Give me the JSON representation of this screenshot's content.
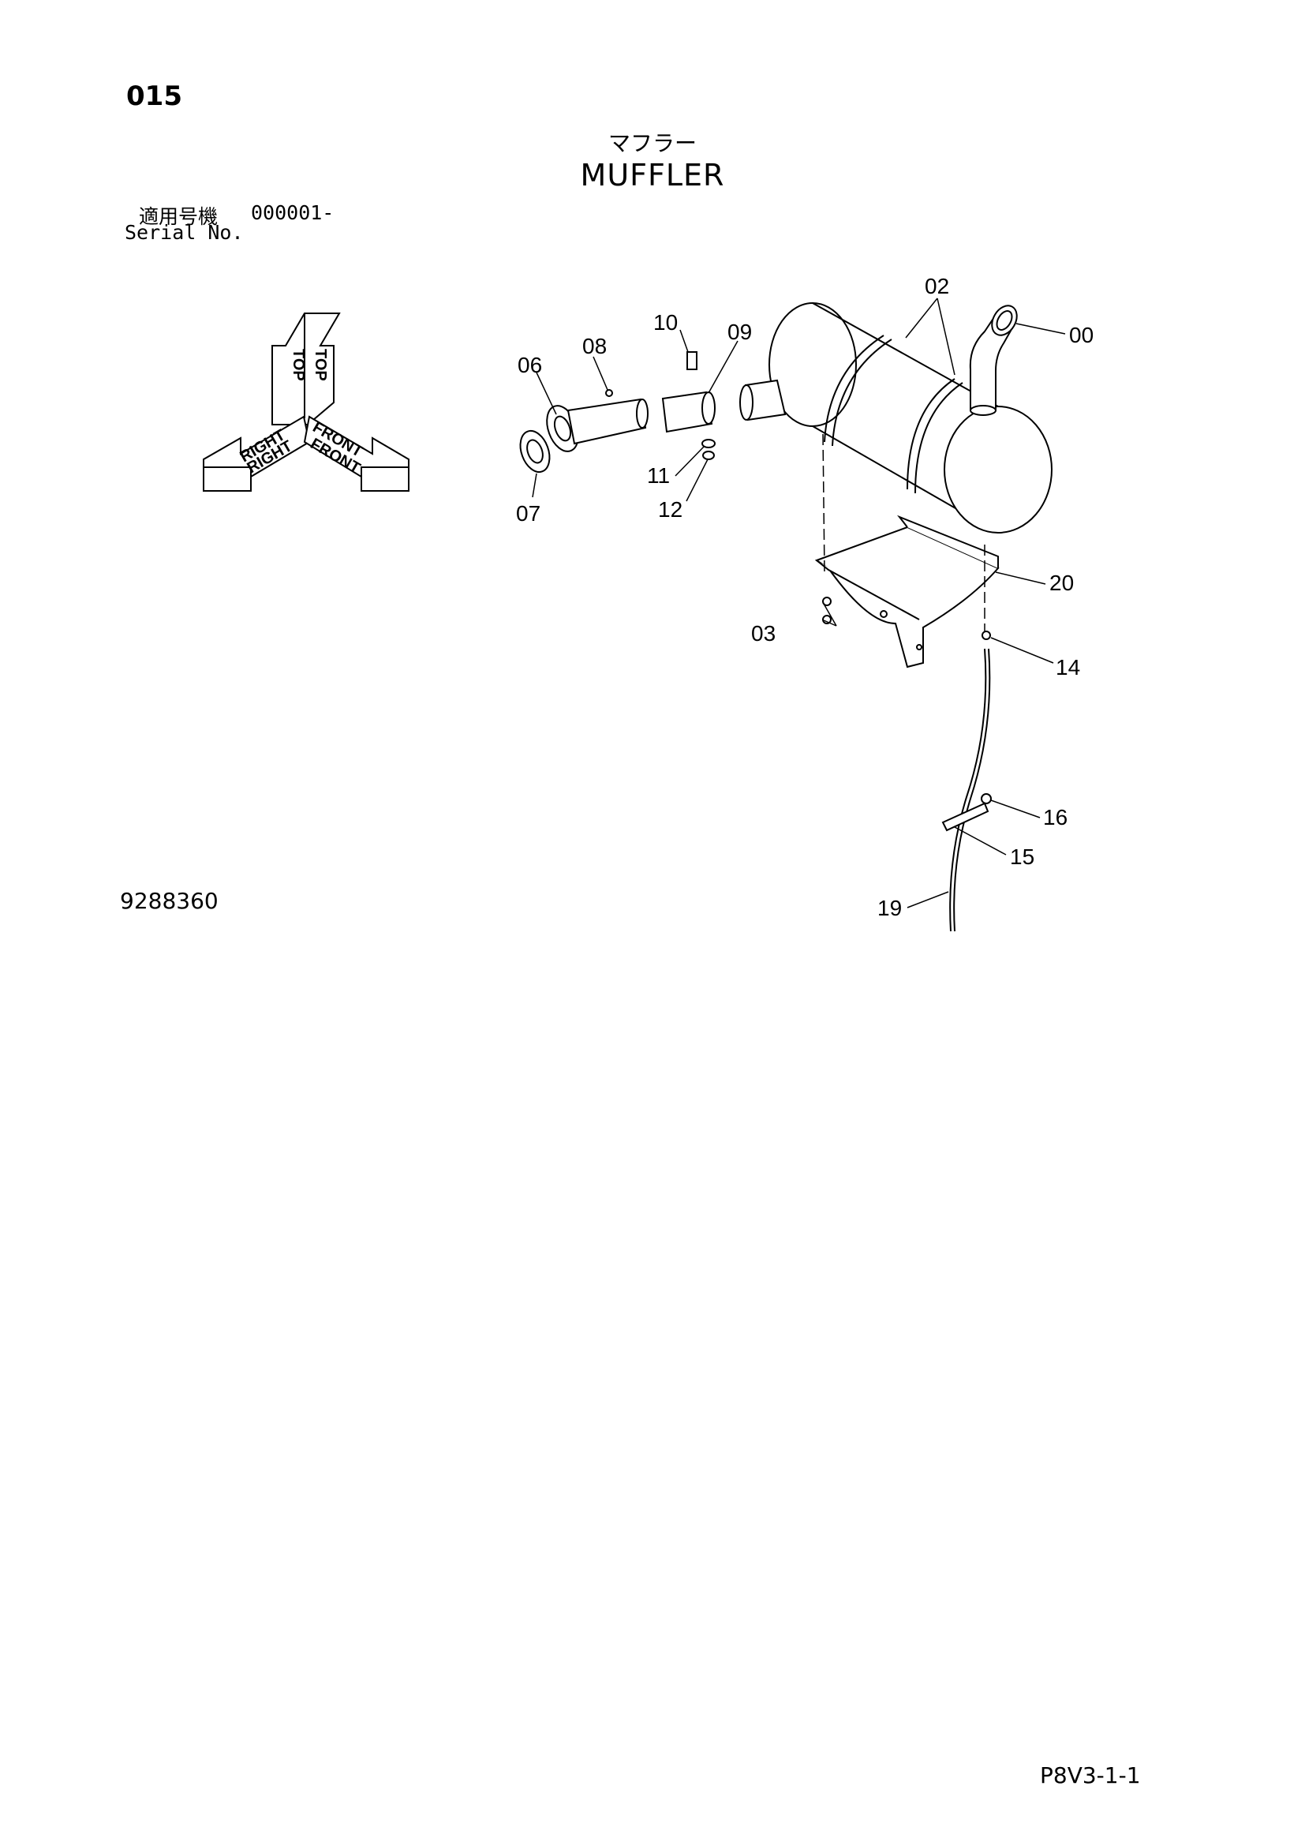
{
  "header": {
    "page_number": "015",
    "title_jp": "マフラー",
    "title_en": "MUFFLER",
    "serial_label_jp": "適用号機",
    "serial_value": "000001-",
    "serial_label_en": "Serial No."
  },
  "orientation": {
    "top": "TOP",
    "right": "RIGHT",
    "front": "FRONT"
  },
  "callouts": [
    "00",
    "02",
    "03",
    "06",
    "07",
    "08",
    "09",
    "10",
    "11",
    "12",
    "14",
    "15",
    "16",
    "19",
    "20"
  ],
  "footer": {
    "drawing_number": "9288360",
    "sheet_ref": "P8V3-1-1"
  }
}
